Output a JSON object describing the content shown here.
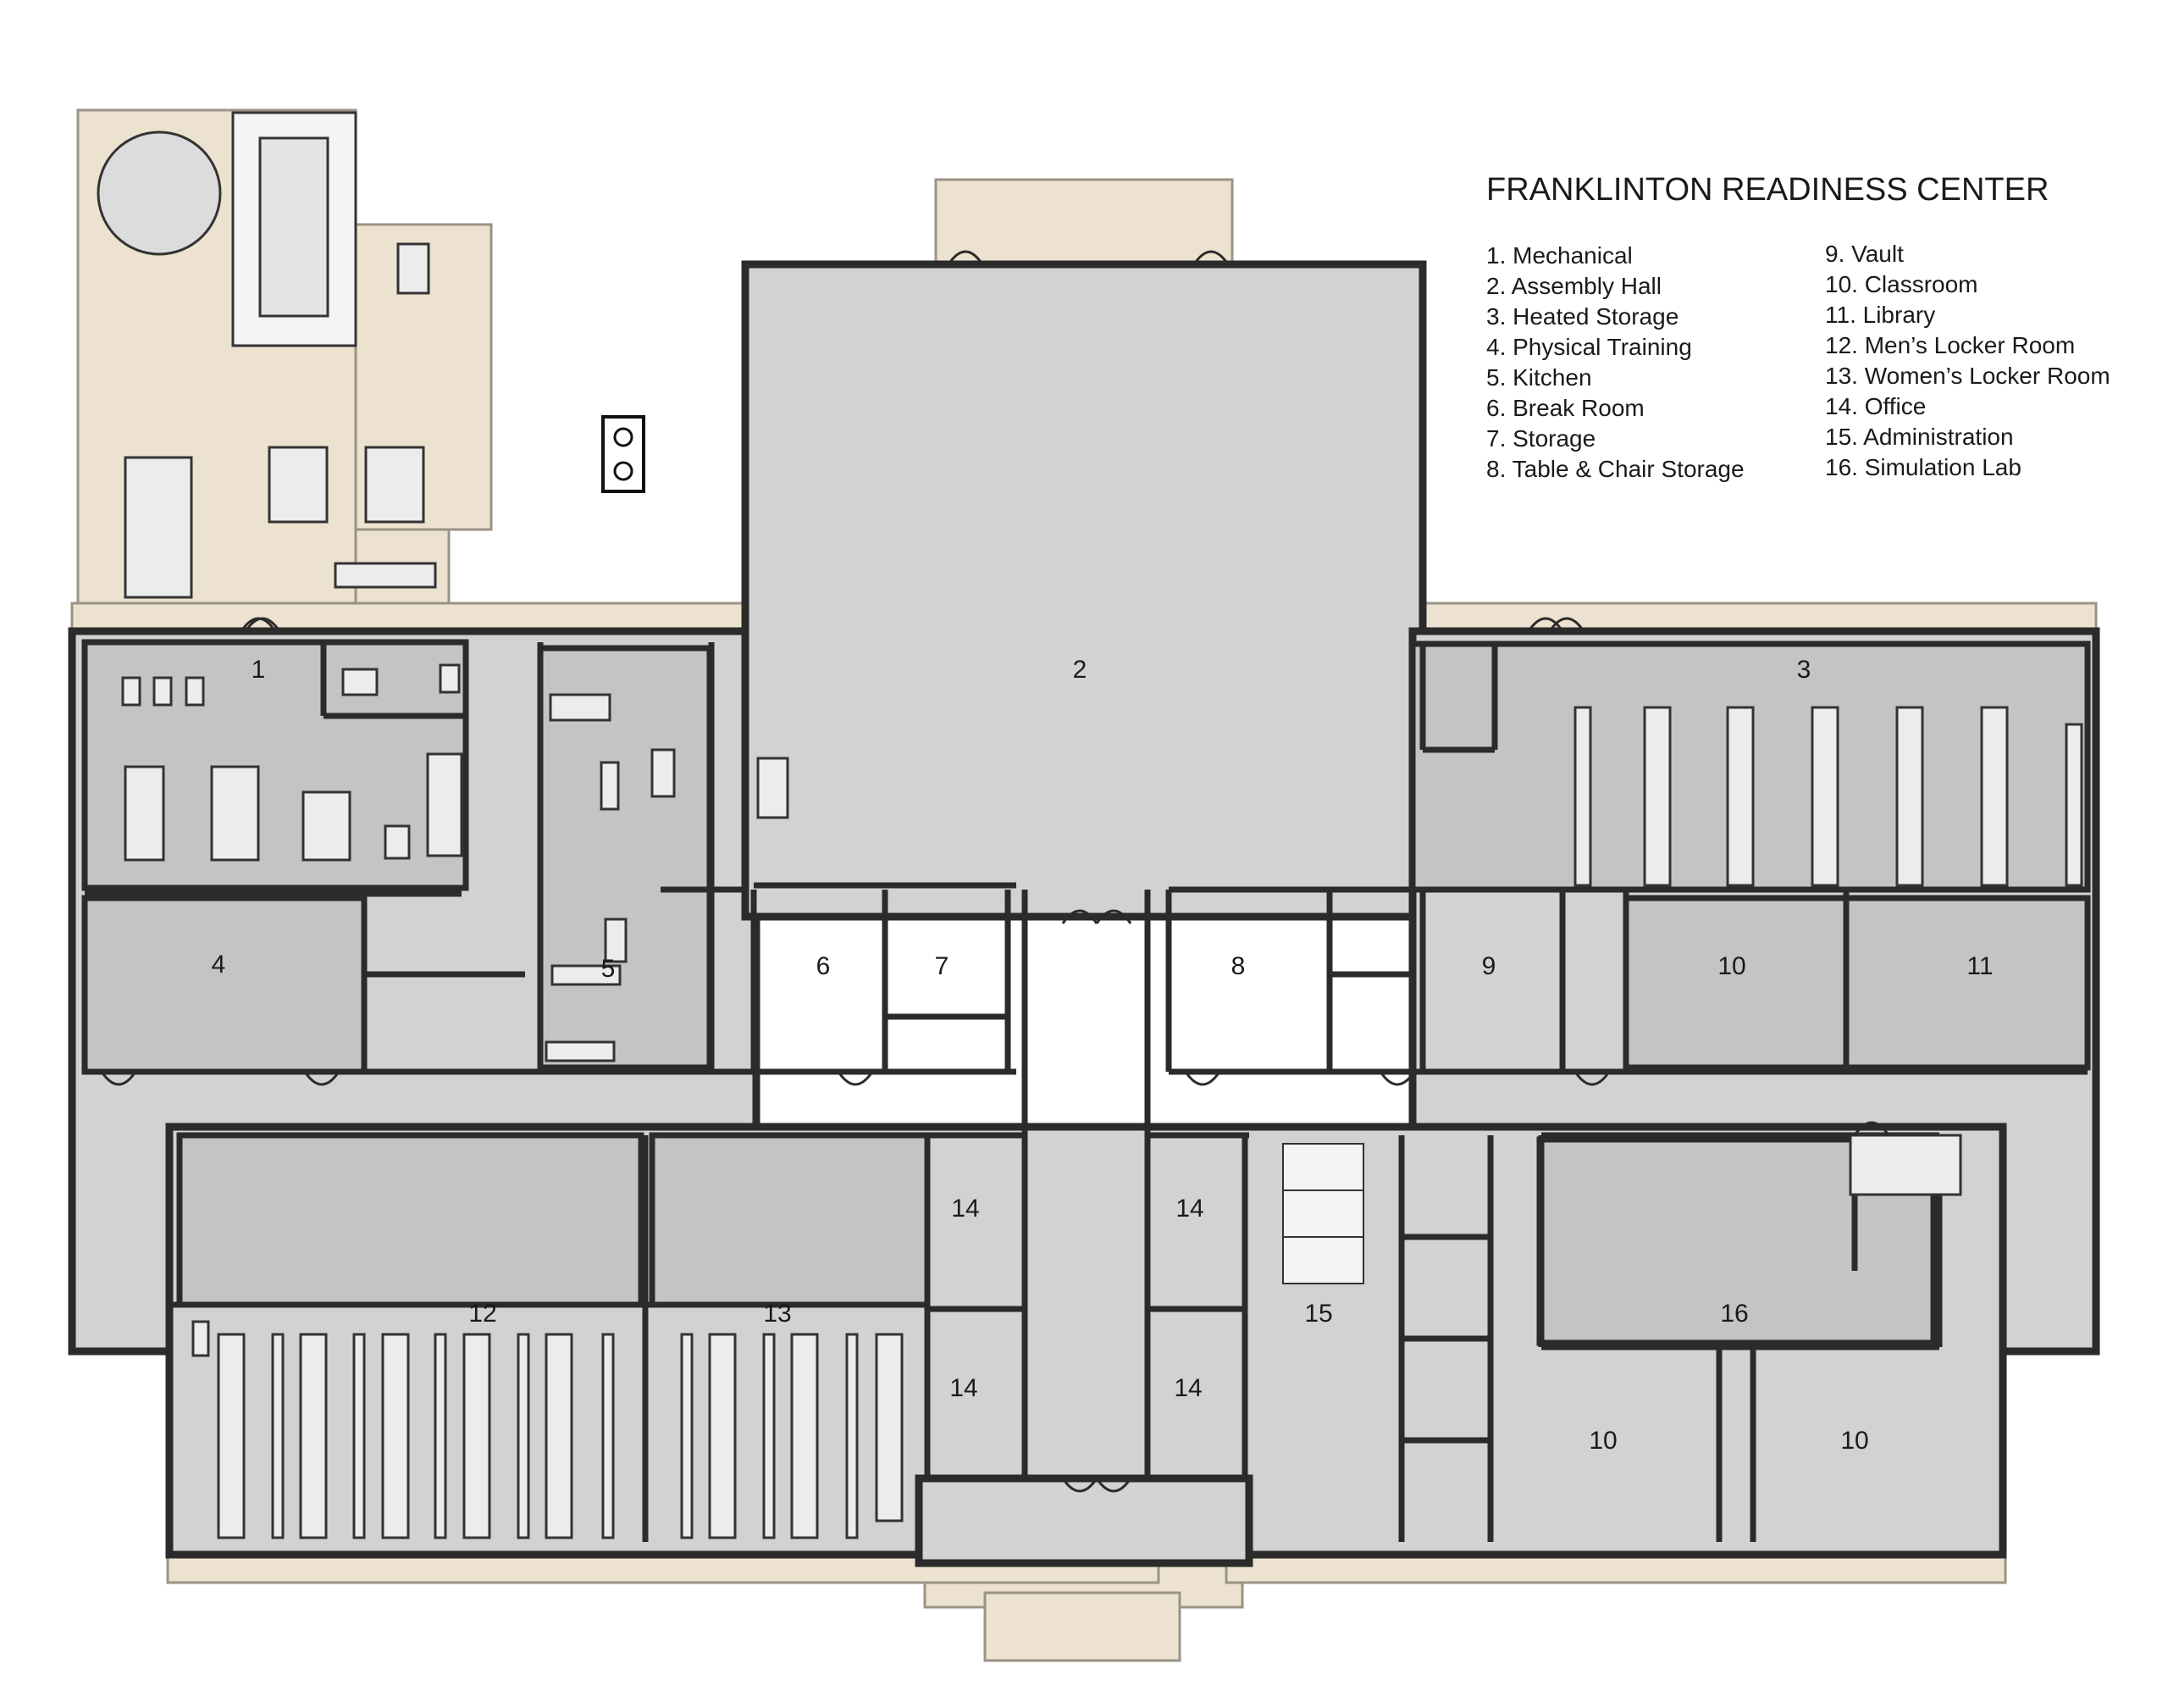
{
  "title": "FRANKLINTON READINESS CENTER",
  "legend": {
    "left": [
      "1. Mechanical",
      "2. Assembly Hall",
      "3. Heated Storage",
      "4. Physical Training",
      "5. Kitchen",
      "6. Break Room",
      "7. Storage",
      "8. Table & Chair Storage"
    ],
    "right": [
      "9. Vault",
      "10. Classroom",
      "11. Library",
      "12. Men’s Locker Room",
      "13. Women’s Locker Room",
      "14. Office",
      "15. Administration",
      "16. Simulation Lab"
    ]
  },
  "rooms": {
    "r1": "1",
    "r2": "2",
    "r3": "3",
    "r4": "4",
    "r5": "5",
    "r6": "6",
    "r7": "7",
    "r8": "8",
    "r9": "9",
    "r10a": "10",
    "r11": "11",
    "r12": "12",
    "r13": "13",
    "r14a": "14",
    "r14b": "14",
    "r14c": "14",
    "r14d": "14",
    "r15": "15",
    "r16": "16",
    "r10b": "10",
    "r10c": "10"
  },
  "colors": {
    "floor": "#d2d2d2",
    "wall": "#2b2b2b",
    "pavement": "#ece2cf"
  }
}
